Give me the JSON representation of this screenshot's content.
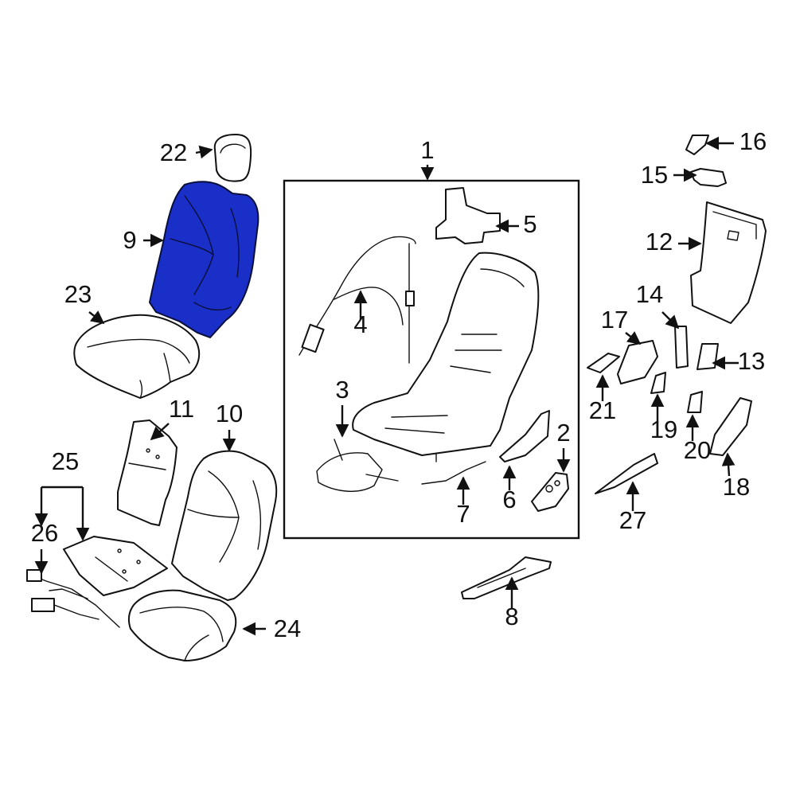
{
  "diagram": {
    "highlight_color": "#1a2fc8",
    "labels": [
      {
        "id": "1",
        "text": "1"
      },
      {
        "id": "2",
        "text": "2"
      },
      {
        "id": "3",
        "text": "3"
      },
      {
        "id": "4",
        "text": "4"
      },
      {
        "id": "5",
        "text": "5"
      },
      {
        "id": "6",
        "text": "6"
      },
      {
        "id": "7",
        "text": "7"
      },
      {
        "id": "8",
        "text": "8"
      },
      {
        "id": "9",
        "text": "9"
      },
      {
        "id": "10",
        "text": "10"
      },
      {
        "id": "11",
        "text": "11"
      },
      {
        "id": "12",
        "text": "12"
      },
      {
        "id": "13",
        "text": "13"
      },
      {
        "id": "14",
        "text": "14"
      },
      {
        "id": "15",
        "text": "15"
      },
      {
        "id": "16",
        "text": "16"
      },
      {
        "id": "17",
        "text": "17"
      },
      {
        "id": "18",
        "text": "18"
      },
      {
        "id": "19",
        "text": "19"
      },
      {
        "id": "20",
        "text": "20"
      },
      {
        "id": "21",
        "text": "21"
      },
      {
        "id": "22",
        "text": "22"
      },
      {
        "id": "23",
        "text": "23"
      },
      {
        "id": "24",
        "text": "24"
      },
      {
        "id": "25",
        "text": "25"
      },
      {
        "id": "26",
        "text": "26"
      },
      {
        "id": "27",
        "text": "27"
      }
    ]
  }
}
